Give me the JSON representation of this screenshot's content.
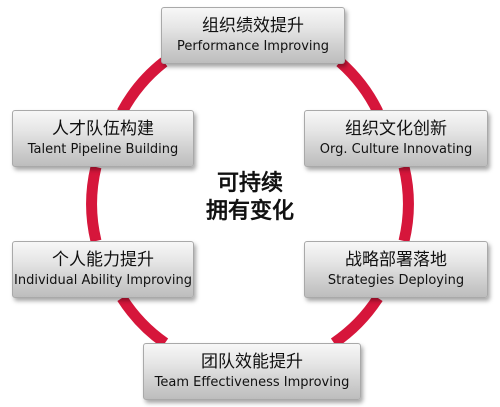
{
  "colors": {
    "ring": "#d6163b",
    "box_top": "#f7f7f7",
    "box_bottom": "#bdbdbd"
  },
  "center": {
    "line1": "可持续",
    "line2": "拥有变化"
  },
  "nodes": {
    "top": {
      "zh": "组织绩效提升",
      "en": "Performance Improving"
    },
    "left1": {
      "zh": "人才队伍构建",
      "en": "Talent Pipeline Building"
    },
    "right1": {
      "zh": "组织文化创新",
      "en": "Org. Culture Innovating"
    },
    "left2": {
      "zh": "个人能力提升",
      "en": "Individual Ability Improving"
    },
    "right2": {
      "zh": "战略部署落地",
      "en": "Strategies Deploying"
    },
    "bottom": {
      "zh": "团队效能提升",
      "en": "Team Effectiveness Improving"
    }
  }
}
